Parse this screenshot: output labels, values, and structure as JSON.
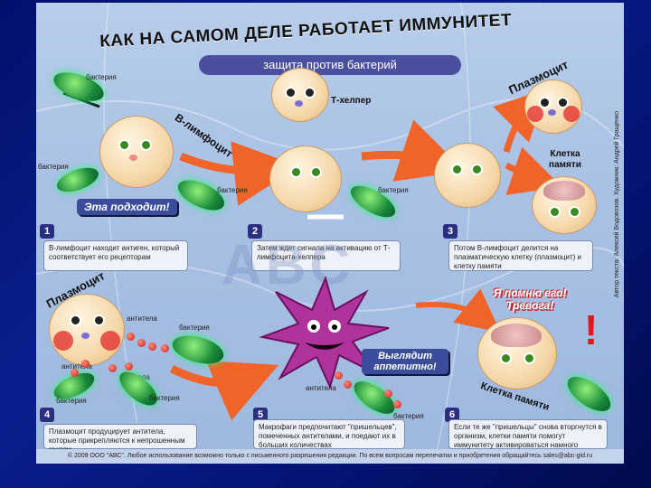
{
  "title": "КАК НА САМОМ ДЕЛЕ РАБОТАЕТ ИММУНИТЕТ",
  "subtitle": "защита против бактерий",
  "labels": {
    "bacteria": "бактерия",
    "b_lymphocyte": "В-лимфоцит",
    "t_helper": "Т-хелпер",
    "plasmocyte": "Плазмоцит",
    "memory_cell": "Клетка памяти",
    "antibodies": "антитела"
  },
  "shouts": {
    "this_one_fits": "Эта подходит!",
    "remember_alarm": "Я помню его! Тревога!",
    "looks_tasty": "Выглядит аппетитно!",
    "exclaim": "!"
  },
  "steps": [
    {
      "num": "1",
      "text": "В-лимфоцит находит антиген, который соответствует его рецепторам"
    },
    {
      "num": "2",
      "text": "Затем ждет сигнала на активацию от Т-лимфоцита-хелпера"
    },
    {
      "num": "3",
      "text": "Потом В-лимфоцит делится на плазматическую клетку (плазмоцит) и клетку памяти"
    },
    {
      "num": "4",
      "text": "Плазмоцит продуцирует антитела, которые прикрепляются к непрошенным гостям"
    },
    {
      "num": "5",
      "text": "Макрофаги предпочитают \"пришельцев\", помеченных антителами, и поедают их в больших количествах"
    },
    {
      "num": "6",
      "text": "Если те же \"пришельцы\" снова вторгнутся в организм, клетки памяти помогут иммунитету активироваться намного быстрее"
    }
  ],
  "watermark": "ABC",
  "side_credit": "Автор текста: Алексей Водовозов. Художник: Андрей Гращенко",
  "footer": "© 2009 ООО \"АВС\". Любое использование возможно только с письменного разрешения редакции. По всем вопросам перепечатки и приобретения обращайтесь sales@abc-gid.ru",
  "colors": {
    "background": "#0a1f8f",
    "poster": "#b7cdea",
    "cheek": "#e12828",
    "bacteria": "#1a8a3a"
  }
}
